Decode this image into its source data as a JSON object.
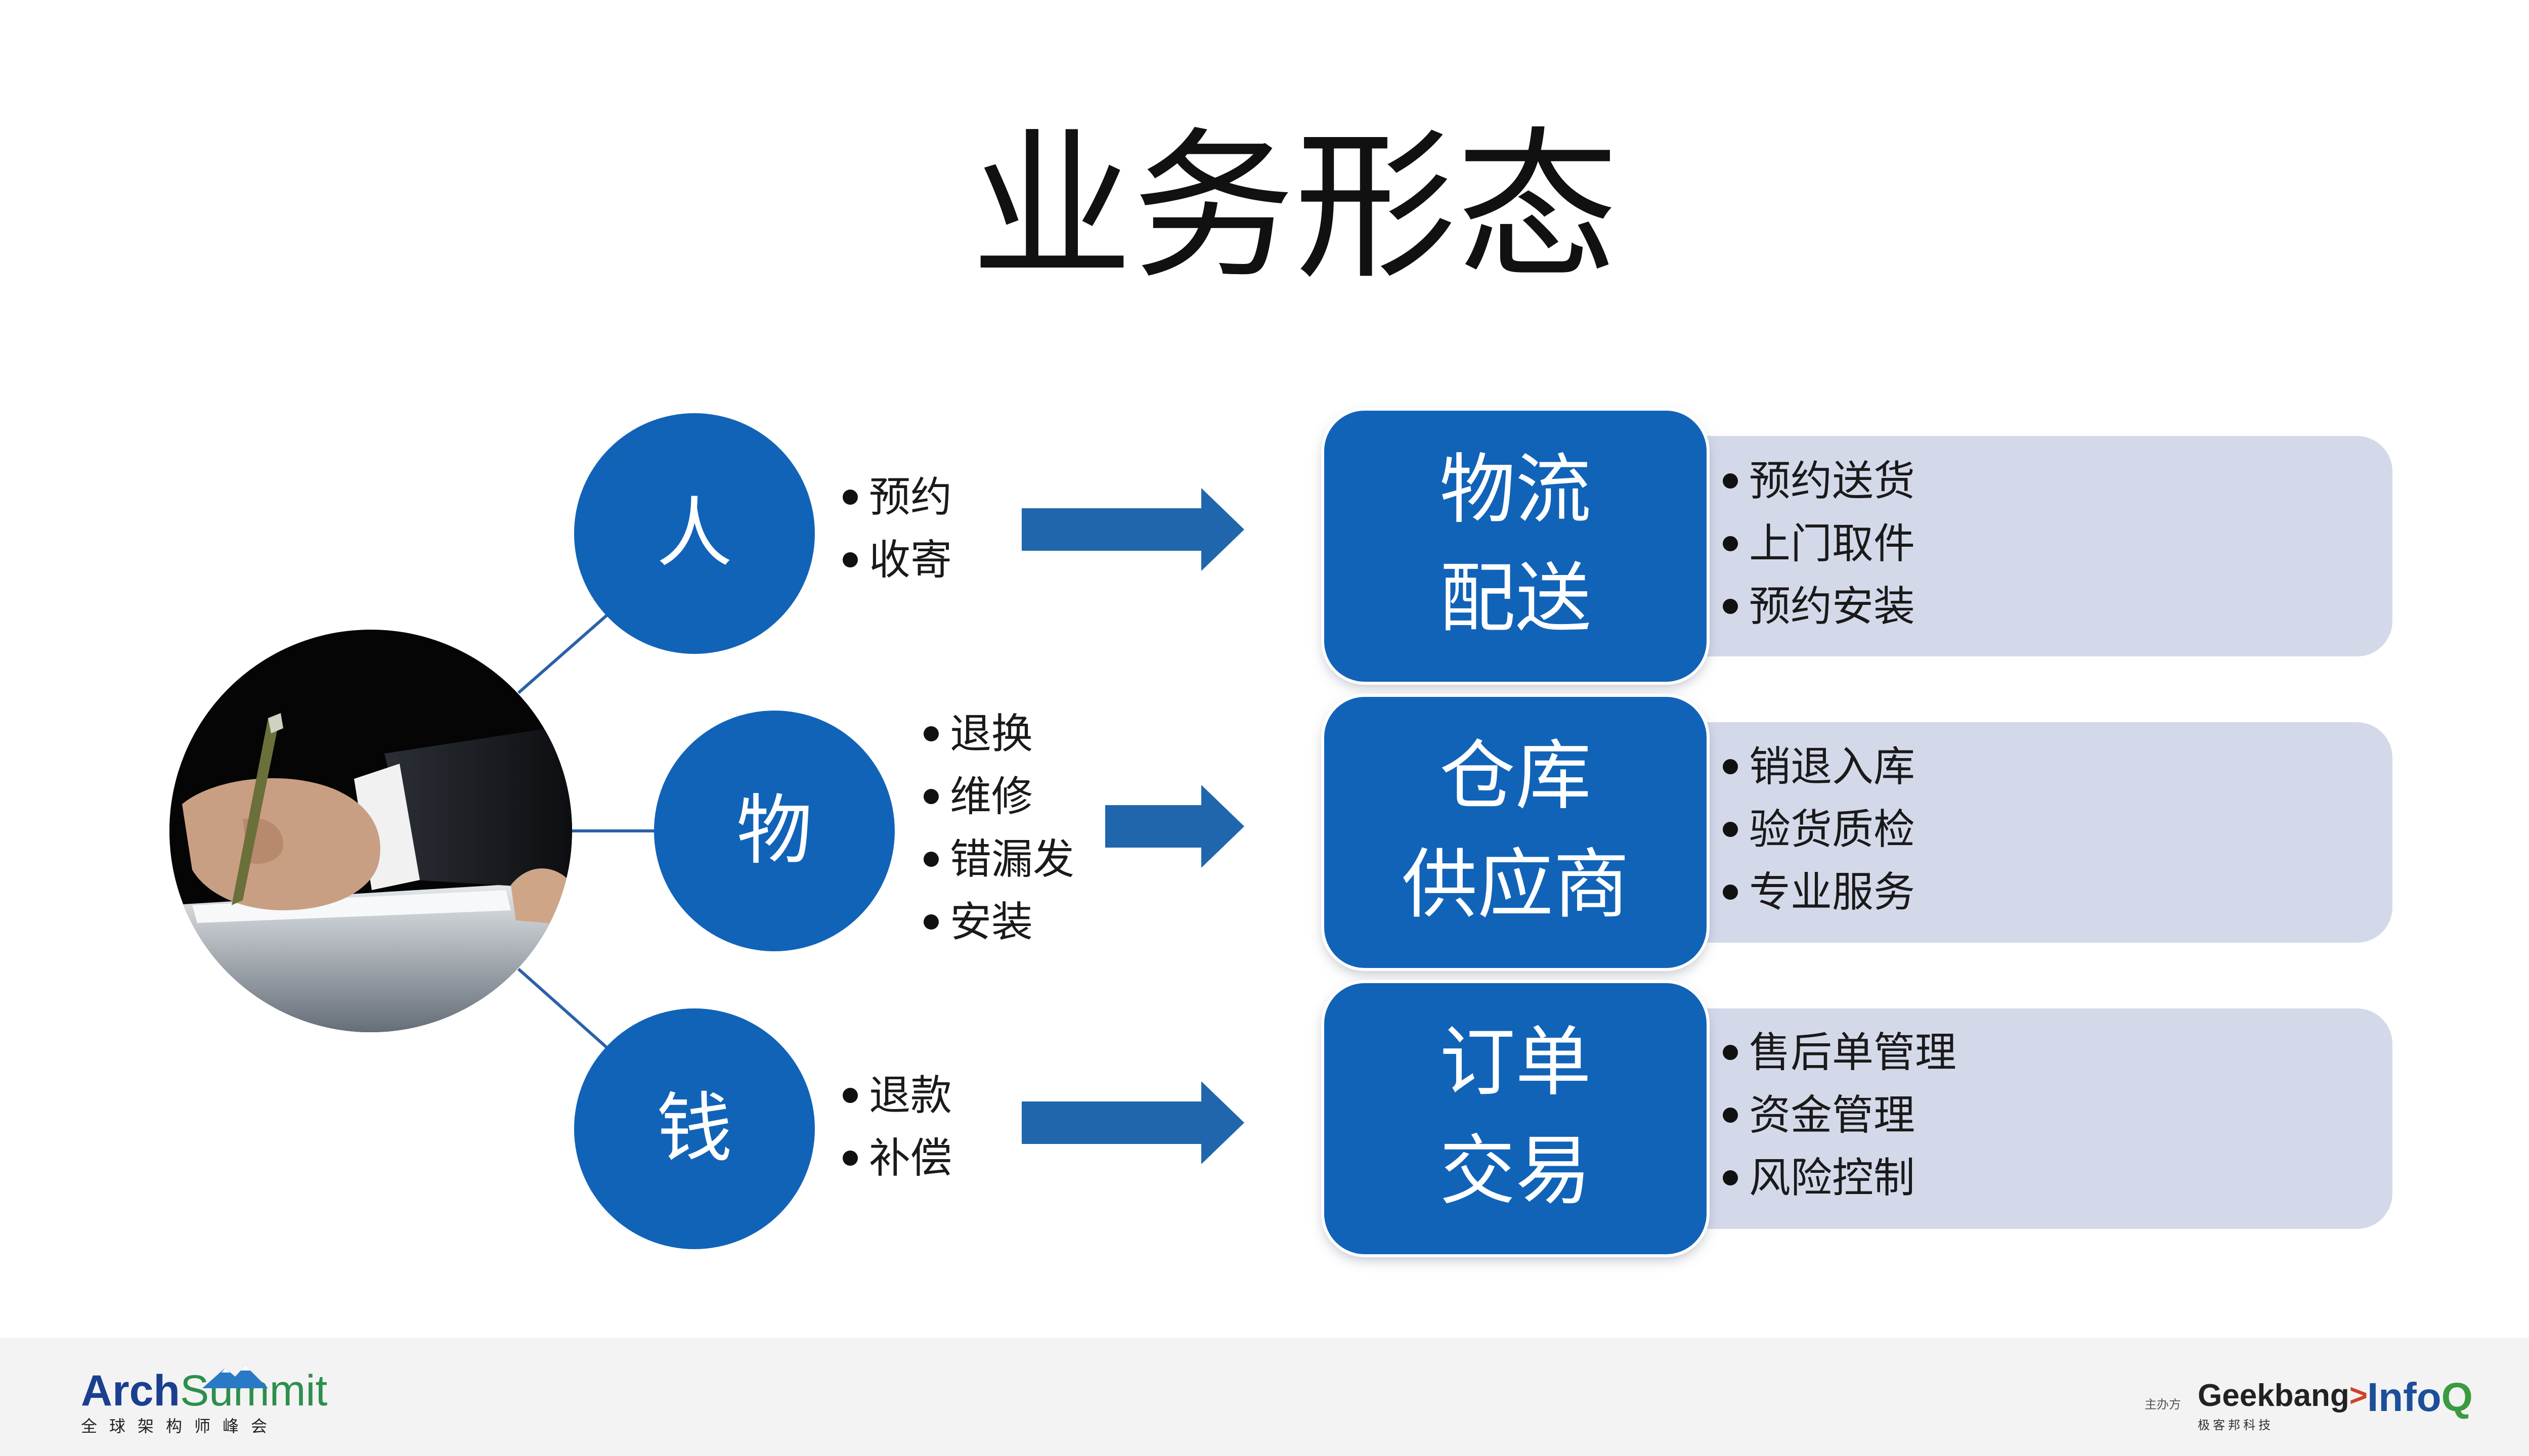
{
  "title": "业务形态",
  "categories": [
    {
      "label": "人",
      "items": [
        "预约",
        "收寄"
      ]
    },
    {
      "label": "物",
      "items": [
        "退换",
        "维修",
        "错漏发",
        "安装"
      ]
    },
    {
      "label": "钱",
      "items": [
        "退款",
        "补偿"
      ]
    }
  ],
  "domains": [
    {
      "lines": [
        "物流",
        "配送"
      ],
      "items": [
        "预约送货",
        "上门取件",
        "预约安装"
      ]
    },
    {
      "lines": [
        "仓库",
        "供应商"
      ],
      "items": [
        "销退入库",
        "验货质检",
        "专业服务"
      ]
    },
    {
      "lines": [
        "订单",
        "交易"
      ],
      "items": [
        "售后单管理",
        "资金管理",
        "风险控制"
      ]
    }
  ],
  "footer": {
    "arch_part1": "Arch",
    "arch_part2": "Summit",
    "arch_sub": "全球架构师峰会",
    "sponsor_label": "主办方",
    "geek_text": "Geekbang",
    "geek_arrow": ">.",
    "geek_sub": "极客邦科技",
    "infoq_main": "Info",
    "infoq_q": "Q"
  },
  "colors": {
    "circle_blue": "#1163b8",
    "arrow_blue": "#1f66ad",
    "panel_gray_blue": "#d4d9ea",
    "connector": "#2a62a8"
  },
  "icons": [
    "pen-writing-photo-icon",
    "right-arrow-icon"
  ]
}
